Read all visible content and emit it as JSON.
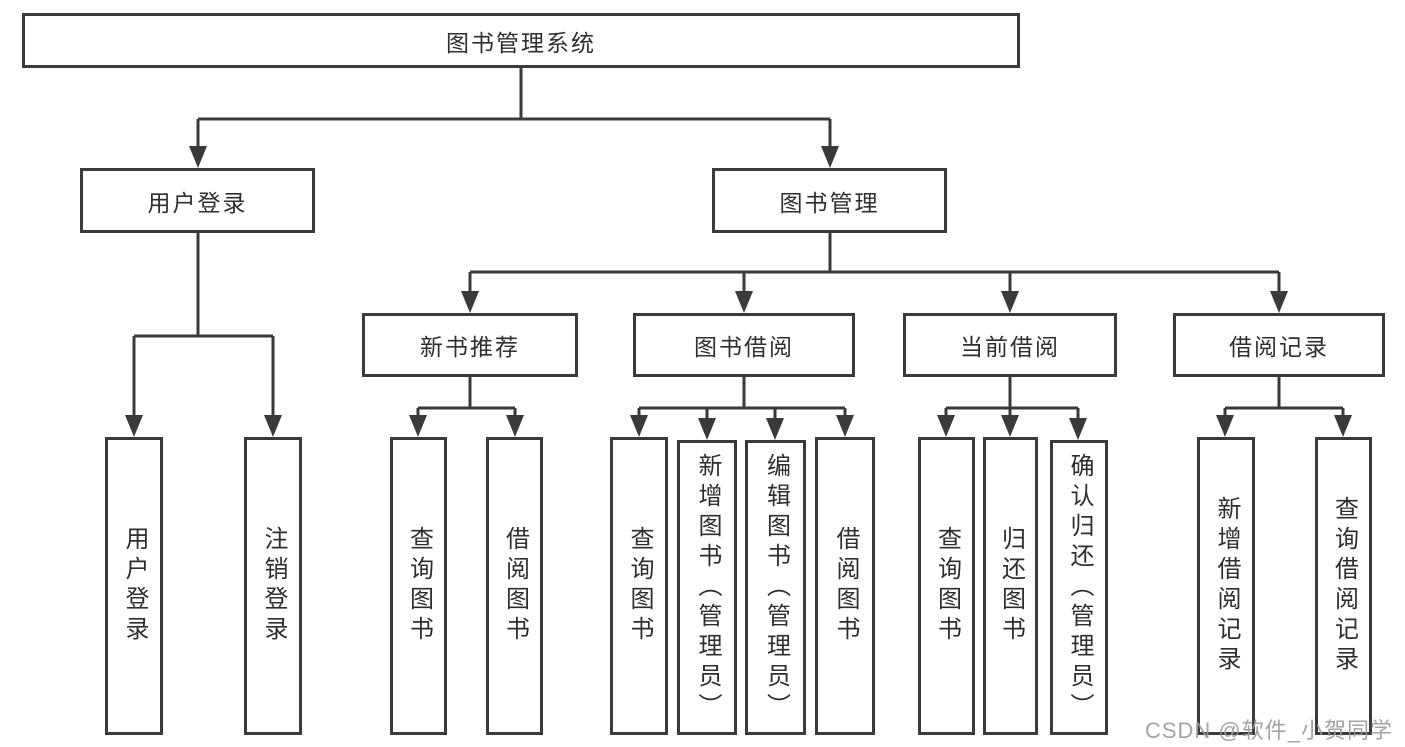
{
  "diagram": {
    "title": "图书管理系统",
    "nodes": [
      {
        "id": "root",
        "label": "图书管理系统"
      },
      {
        "id": "user-login-module",
        "label": "用户登录"
      },
      {
        "id": "book-management",
        "label": "图书管理"
      },
      {
        "id": "new-book-recommend",
        "label": "新书推荐"
      },
      {
        "id": "book-borrowing",
        "label": "图书借阅"
      },
      {
        "id": "current-borrowing",
        "label": "当前借阅"
      },
      {
        "id": "borrow-records",
        "label": "借阅记录"
      },
      {
        "id": "user-login",
        "label": "用户登录"
      },
      {
        "id": "user-logout",
        "label": "注销登录"
      },
      {
        "id": "search-books-1",
        "label": "查询图书"
      },
      {
        "id": "borrow-books-1",
        "label": "借阅图书"
      },
      {
        "id": "search-books-2",
        "label": "查询图书"
      },
      {
        "id": "add-books-admin",
        "label": "新增图书（管理员）"
      },
      {
        "id": "edit-books-admin",
        "label": "编辑图书（管理员）"
      },
      {
        "id": "borrow-books-2",
        "label": "借阅图书"
      },
      {
        "id": "search-books-3",
        "label": "查询图书"
      },
      {
        "id": "return-books",
        "label": "归还图书"
      },
      {
        "id": "confirm-return-admin",
        "label": "确认归还（管理员）"
      },
      {
        "id": "add-borrow-record",
        "label": "新增借阅记录"
      },
      {
        "id": "search-borrow-record",
        "label": "查询借阅记录"
      }
    ],
    "edges": [
      [
        "root",
        "user-login-module"
      ],
      [
        "root",
        "book-management"
      ],
      [
        "user-login-module",
        "user-login"
      ],
      [
        "user-login-module",
        "user-logout"
      ],
      [
        "book-management",
        "new-book-recommend"
      ],
      [
        "book-management",
        "book-borrowing"
      ],
      [
        "book-management",
        "current-borrowing"
      ],
      [
        "book-management",
        "borrow-records"
      ],
      [
        "new-book-recommend",
        "search-books-1"
      ],
      [
        "new-book-recommend",
        "borrow-books-1"
      ],
      [
        "book-borrowing",
        "search-books-2"
      ],
      [
        "book-borrowing",
        "add-books-admin"
      ],
      [
        "book-borrowing",
        "edit-books-admin"
      ],
      [
        "book-borrowing",
        "borrow-books-2"
      ],
      [
        "current-borrowing",
        "search-books-3"
      ],
      [
        "current-borrowing",
        "return-books"
      ],
      [
        "current-borrowing",
        "confirm-return-admin"
      ],
      [
        "borrow-records",
        "add-borrow-record"
      ],
      [
        "borrow-records",
        "search-borrow-record"
      ]
    ],
    "colors": {
      "line": "#3a3a3a",
      "box_border": "#3a3a3a",
      "text": "#2f2f2f",
      "background": "#ffffff",
      "watermark": "#9a9a9a"
    }
  },
  "watermark": {
    "text": "CSDN @软件_小贺同学"
  }
}
